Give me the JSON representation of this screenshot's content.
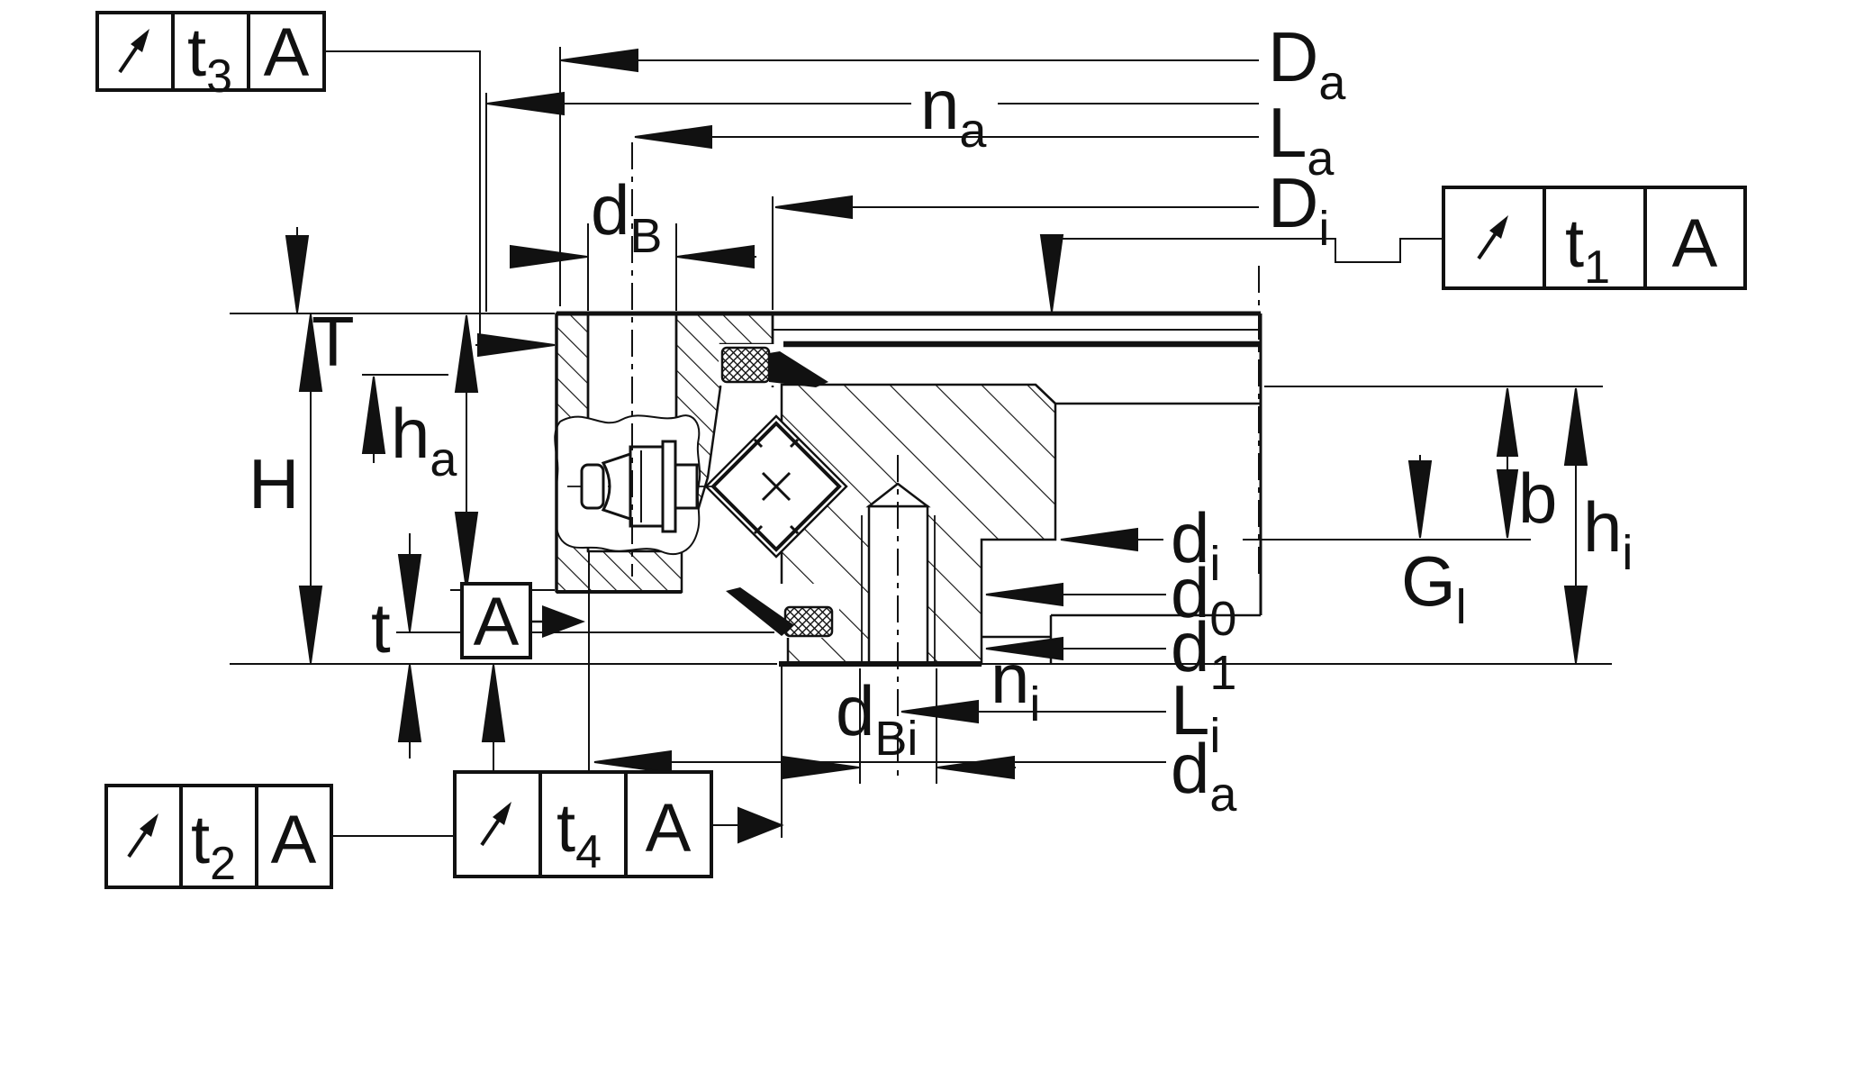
{
  "drawing_type": "bearing-cross-section-technical-drawing",
  "colors": {
    "ink": "#111111",
    "background": "#ffffff"
  },
  "datum_reference": {
    "letter": "A"
  },
  "tolerance_frames": {
    "t1": {
      "symbol": "circular-runout-arrow",
      "value_main": "t",
      "value_sub": "1",
      "datum": "A"
    },
    "t2": {
      "symbol": "circular-runout-arrow",
      "value_main": "t",
      "value_sub": "2",
      "datum": "A"
    },
    "t3": {
      "symbol": "circular-runout-arrow",
      "value_main": "t",
      "value_sub": "3",
      "datum": "A"
    },
    "t4": {
      "symbol": "circular-runout-arrow",
      "value_main": "t",
      "value_sub": "4",
      "datum": "A"
    }
  },
  "dimension_labels": {
    "Da": {
      "main": "D",
      "sub": "a"
    },
    "na": {
      "main": "n",
      "sub": "a"
    },
    "La": {
      "main": "L",
      "sub": "a"
    },
    "Di": {
      "main": "D",
      "sub": "i"
    },
    "dB": {
      "main": "d",
      "sub": "B"
    },
    "T": {
      "main": "T",
      "sub": ""
    },
    "H": {
      "main": "H",
      "sub": ""
    },
    "ha": {
      "main": "h",
      "sub": "a"
    },
    "t": {
      "main": "t",
      "sub": ""
    },
    "b": {
      "main": "b",
      "sub": ""
    },
    "hi": {
      "main": "h",
      "sub": "i"
    },
    "Gl": {
      "main": "G",
      "sub": "l"
    },
    "di": {
      "main": "d",
      "sub": "i"
    },
    "d0": {
      "main": "d",
      "sub": "0"
    },
    "d1": {
      "main": "d",
      "sub": "1"
    },
    "ni": {
      "main": "n",
      "sub": "i"
    },
    "Li": {
      "main": "L",
      "sub": "i"
    },
    "da": {
      "main": "d",
      "sub": "a"
    },
    "dBi": {
      "main": "d",
      "sub": "Bi"
    }
  }
}
